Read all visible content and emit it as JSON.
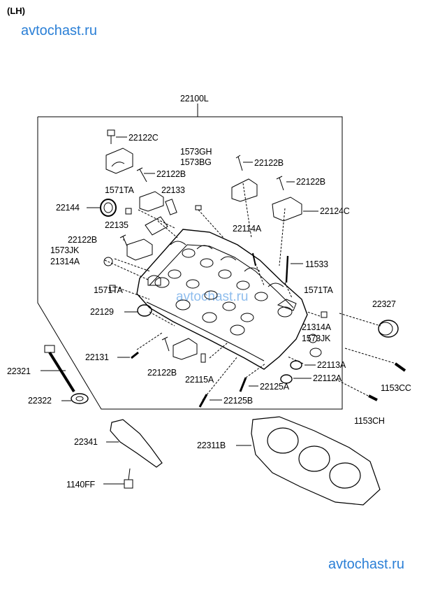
{
  "variant": "(LH)",
  "watermarks": {
    "top": "avtochast.ru",
    "middle": "avtochast.ru",
    "bottom": "avtochast.ru"
  },
  "parts": {
    "p22100L": "22100L",
    "p22122C": "22122C",
    "p1573GH": "1573GH",
    "p1573BG": "1573BG",
    "p22122B_top_mid": "22122B",
    "p22122B_top_right": "22122B",
    "p22122B_right": "22122B",
    "p1571TA_left": "1571TA",
    "p22133": "22133",
    "p22144": "22144",
    "p22124C": "22124C",
    "p22135": "22135",
    "p22114A": "22114A",
    "p22122B_left": "22122B",
    "p1573JK_left": "1573JK",
    "p21314A_left": "21314A",
    "p11533": "11533",
    "p1571TA_mid": "1571TA",
    "p1571TA_right": "1571TA",
    "p22327": "22327",
    "p22129": "22129",
    "p21314A_right": "21314A",
    "p1573JK_right": "1573JK",
    "p22321": "22321",
    "p22131": "22131",
    "p22113A": "22113A",
    "p22122B_bottom": "22122B",
    "p1153CC": "1153CC",
    "p22112A": "22112A",
    "p22115A": "22115A",
    "p22125A": "22125A",
    "p22322": "22322",
    "p22125B": "22125B",
    "p1153CH": "1153CH",
    "p22341": "22341",
    "p22311B": "22311B",
    "p1140FF": "1140FF"
  }
}
